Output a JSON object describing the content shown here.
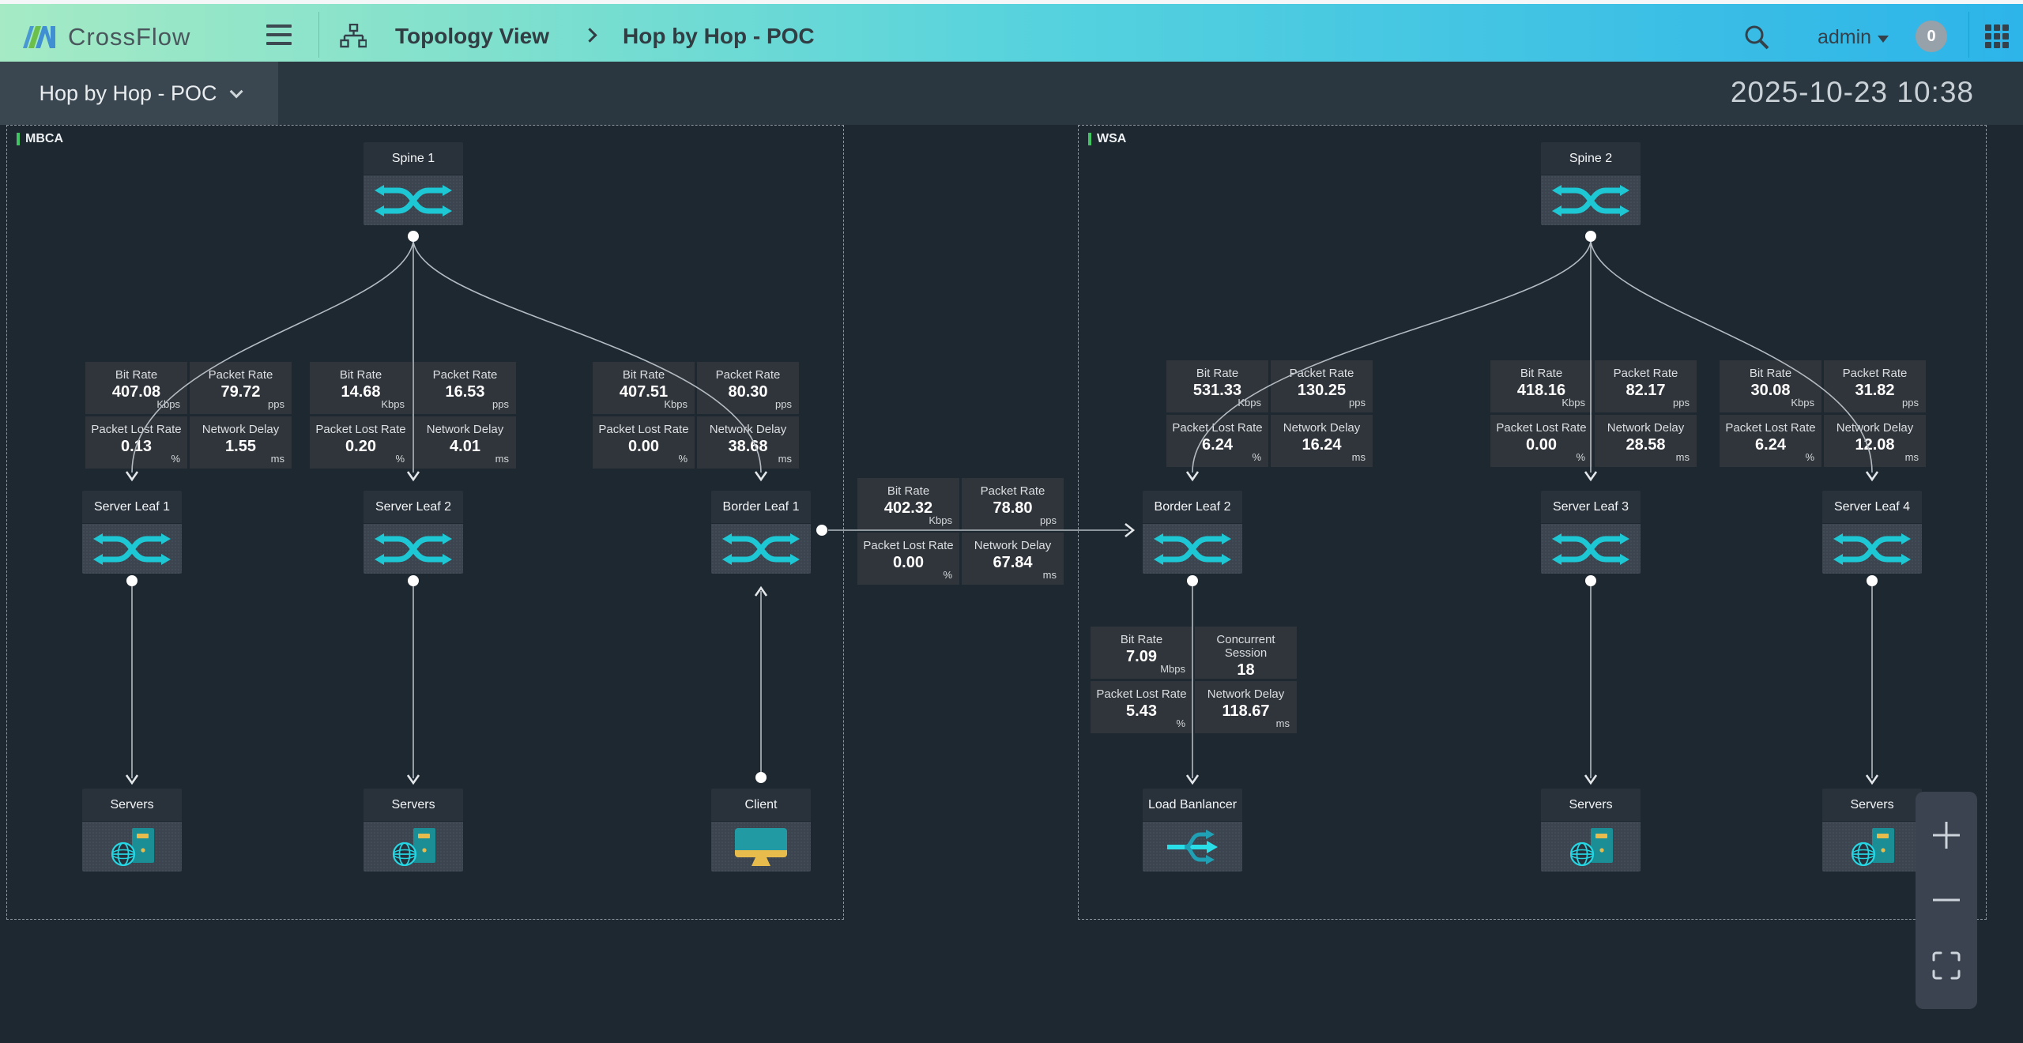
{
  "header": {
    "logo_text": "CrossFlow",
    "breadcrumb": {
      "section": "Topology View",
      "page": "Hop by Hop - POC"
    },
    "user_name": "admin",
    "notification_count": "0"
  },
  "toolbar": {
    "view_selector": "Hop by Hop - POC",
    "timestamp": "2025-10-23 10:38"
  },
  "regions": [
    {
      "label": "MBCA"
    },
    {
      "label": "WSA"
    }
  ],
  "nodes": [
    {
      "label": "Spine 1",
      "type": "switch"
    },
    {
      "label": "Server Leaf 1",
      "type": "switch"
    },
    {
      "label": "Server Leaf 2",
      "type": "switch"
    },
    {
      "label": "Border Leaf 1",
      "type": "switch"
    },
    {
      "label": "Servers",
      "type": "servers"
    },
    {
      "label": "Servers",
      "type": "servers"
    },
    {
      "label": "Client",
      "type": "client"
    },
    {
      "label": "Spine 2",
      "type": "switch"
    },
    {
      "label": "Border Leaf 2",
      "type": "switch"
    },
    {
      "label": "Server Leaf 3",
      "type": "switch"
    },
    {
      "label": "Server Leaf 4",
      "type": "switch"
    },
    {
      "label": "Load Banlancer",
      "type": "load-balancer"
    },
    {
      "label": "Servers",
      "type": "servers"
    },
    {
      "label": "Servers",
      "type": "servers"
    }
  ],
  "metric_boxes": [
    {
      "id": "mbca-server-leaf-1-link",
      "cells": [
        {
          "label": "Bit Rate",
          "value": "407.08",
          "unit": "Kbps"
        },
        {
          "label": "Packet Rate",
          "value": "79.72",
          "unit": "pps"
        },
        {
          "label": "Packet Lost Rate",
          "value": "0.13",
          "unit": "%"
        },
        {
          "label": "Network Delay",
          "value": "1.55",
          "unit": "ms"
        }
      ]
    },
    {
      "id": "mbca-server-leaf-2-link",
      "cells": [
        {
          "label": "Bit Rate",
          "value": "14.68",
          "unit": "Kbps"
        },
        {
          "label": "Packet Rate",
          "value": "16.53",
          "unit": "pps"
        },
        {
          "label": "Packet Lost Rate",
          "value": "0.20",
          "unit": "%"
        },
        {
          "label": "Network Delay",
          "value": "4.01",
          "unit": "ms"
        }
      ]
    },
    {
      "id": "mbca-border-leaf-1-link",
      "cells": [
        {
          "label": "Bit Rate",
          "value": "407.51",
          "unit": "Kbps"
        },
        {
          "label": "Packet Rate",
          "value": "80.30",
          "unit": "pps"
        },
        {
          "label": "Packet Lost Rate",
          "value": "0.00",
          "unit": "%"
        },
        {
          "label": "Network Delay",
          "value": "38.68",
          "unit": "ms"
        }
      ]
    },
    {
      "id": "inter-region-link",
      "cells": [
        {
          "label": "Bit Rate",
          "value": "402.32",
          "unit": "Kbps"
        },
        {
          "label": "Packet Rate",
          "value": "78.80",
          "unit": "pps"
        },
        {
          "label": "Packet Lost Rate",
          "value": "0.00",
          "unit": "%"
        },
        {
          "label": "Network Delay",
          "value": "67.84",
          "unit": "ms"
        }
      ]
    },
    {
      "id": "wsa-border-leaf-2-link",
      "cells": [
        {
          "label": "Bit Rate",
          "value": "531.33",
          "unit": "Kbps"
        },
        {
          "label": "Packet Rate",
          "value": "130.25",
          "unit": "pps"
        },
        {
          "label": "Packet Lost Rate",
          "value": "6.24",
          "unit": "%"
        },
        {
          "label": "Network Delay",
          "value": "16.24",
          "unit": "ms"
        }
      ]
    },
    {
      "id": "wsa-server-leaf-3-link",
      "cells": [
        {
          "label": "Bit Rate",
          "value": "418.16",
          "unit": "Kbps"
        },
        {
          "label": "Packet Rate",
          "value": "82.17",
          "unit": "pps"
        },
        {
          "label": "Packet Lost Rate",
          "value": "0.00",
          "unit": "%"
        },
        {
          "label": "Network Delay",
          "value": "28.58",
          "unit": "ms"
        }
      ]
    },
    {
      "id": "wsa-server-leaf-4-link",
      "cells": [
        {
          "label": "Bit Rate",
          "value": "30.08",
          "unit": "Kbps"
        },
        {
          "label": "Packet Rate",
          "value": "31.82",
          "unit": "pps"
        },
        {
          "label": "Packet Lost Rate",
          "value": "6.24",
          "unit": "%"
        },
        {
          "label": "Network Delay",
          "value": "12.08",
          "unit": "ms"
        }
      ]
    },
    {
      "id": "wsa-load-balancer-link",
      "cells": [
        {
          "label": "Bit Rate",
          "value": "7.09",
          "unit": "Mbps"
        },
        {
          "label": "Concurrent Session",
          "value": "18",
          "unit": ""
        },
        {
          "label": "Packet Lost Rate",
          "value": "5.43",
          "unit": "%"
        },
        {
          "label": "Network Delay",
          "value": "118.67",
          "unit": "ms"
        }
      ]
    }
  ],
  "zoom_controls": {
    "zoom_in": "+",
    "zoom_out": "−",
    "fullscreen": "fullscreen"
  },
  "colors": {
    "accent_cyan": "#1dc8d4",
    "header_gradient_start": "#a5eac5",
    "header_gradient_end": "#2db4e9",
    "region_label_green": "#41c463",
    "status_yellow": "#e7bc4d",
    "canvas_background": "#1d2831"
  }
}
